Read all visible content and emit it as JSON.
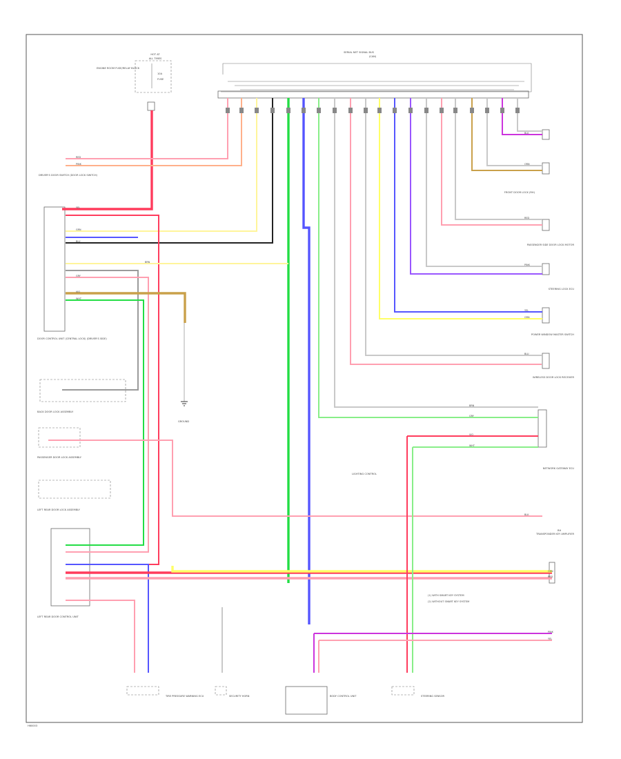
{
  "diagram": {
    "footer_code": "H60003",
    "colors": {
      "red": "#ff3b5c",
      "pink": "#ff9fb0",
      "orange": "#ffb08a",
      "yellow": "#ffff66",
      "light_yellow": "#fff59a",
      "green": "#22dd44",
      "light_green": "#88ee88",
      "blue": "#5555ff",
      "light_blue": "#7777ff",
      "purple": "#cc33dd",
      "violet": "#9955ff",
      "brown": "#c9a04a",
      "gray": "#9a9a9a",
      "light_gray": "#c8c8c8",
      "black": "#222222"
    },
    "top_bus": {
      "title": "SERIAL NET SIGNAL BUS",
      "subtitle": "(CAN)"
    },
    "fuse": {
      "label_line1": "HOT AT",
      "label_line2": "ALL TIMES",
      "fuse_label": "10A",
      "fuse_sub": "FUSE",
      "block_label": "ENGINE ROOM FUSE/RELAY BLOCK"
    },
    "left_components": [
      {
        "label": "DRIVER'S DOOR SWITCH (DOOR LOCK SWITCH)"
      },
      {
        "label": "DOOR CONTROL UNIT (CENTRAL LOCK) (DRIVER'S SIDE)"
      },
      {
        "label": "BACK DOOR LOCK ASSEMBLY"
      },
      {
        "label": "PASSENGER DOOR LOCK ASSEMBLY"
      },
      {
        "label": "LEFT REAR DOOR LOCK ASSEMBLY"
      },
      {
        "label": "LEFT REAR DOOR CONTROL UNIT"
      }
    ],
    "right_components": [
      {
        "label": "FRONT DOOR LOCK (RH)"
      },
      {
        "label": "PASSENGER SIDE DOOR LOCK MOTOR"
      },
      {
        "label": "STEERING LOCK ECU"
      },
      {
        "label": "POWER WINDOW MASTER SWITCH"
      },
      {
        "label": "WIRELESS DOOR LOCK RECEIVER"
      },
      {
        "label": "NETWORK GATEWAY ECU"
      },
      {
        "label": "TRANSPONDER KEY AMPLIFIER"
      }
    ],
    "ground": {
      "label": "GROUND"
    },
    "bottom_components": [
      {
        "label": "TIRE PRESSURE WARNING ECU"
      },
      {
        "label": "SECURITY HORN"
      },
      {
        "label": "BODY CONTROL UNIT"
      },
      {
        "label": "STEERING SENSOR"
      }
    ],
    "notes": {
      "middle_label": "LIGHTING CONTROL",
      "note1": "(1) WITH SMART KEY SYSTEM",
      "note2": "(2) WITHOUT SMART KEY SYSTEM",
      "rh_label": "RH"
    },
    "wire_codes": [
      "RED",
      "PINK",
      "YEL",
      "GRN",
      "BLU",
      "BRN",
      "GRY",
      "VIO",
      "WHT",
      "BLK",
      "ORN"
    ]
  }
}
